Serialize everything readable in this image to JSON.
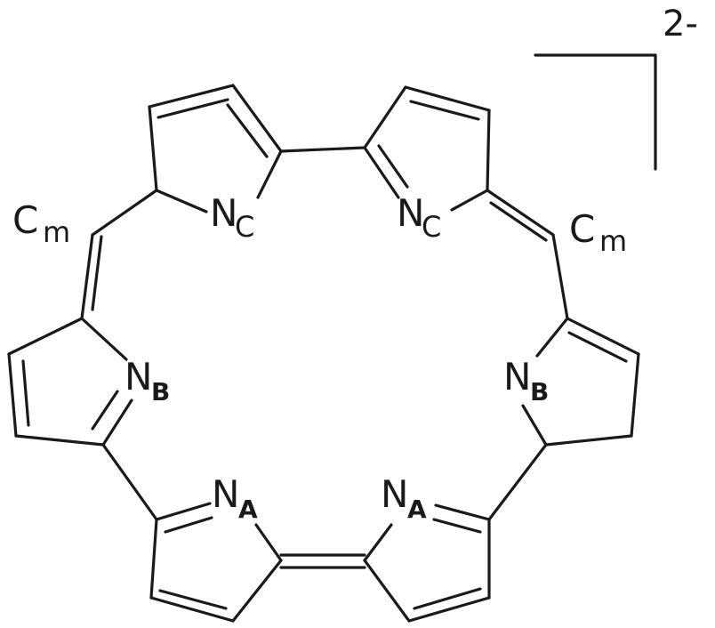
{
  "molecule": {
    "charge": "2-",
    "atoms": {
      "nc_left": {
        "symbol": "N",
        "sub": "C"
      },
      "nc_right": {
        "symbol": "N",
        "sub": "C"
      },
      "nb_left": {
        "symbol": "N",
        "sub": "B"
      },
      "nb_right": {
        "symbol": "N",
        "sub": "B"
      },
      "na_left": {
        "symbol": "N",
        "sub": "A"
      },
      "na_right": {
        "symbol": "N",
        "sub": "A"
      },
      "cm_left": {
        "symbol": "C",
        "sub": "m"
      },
      "cm_right": {
        "symbol": "C",
        "sub": "m"
      }
    }
  }
}
